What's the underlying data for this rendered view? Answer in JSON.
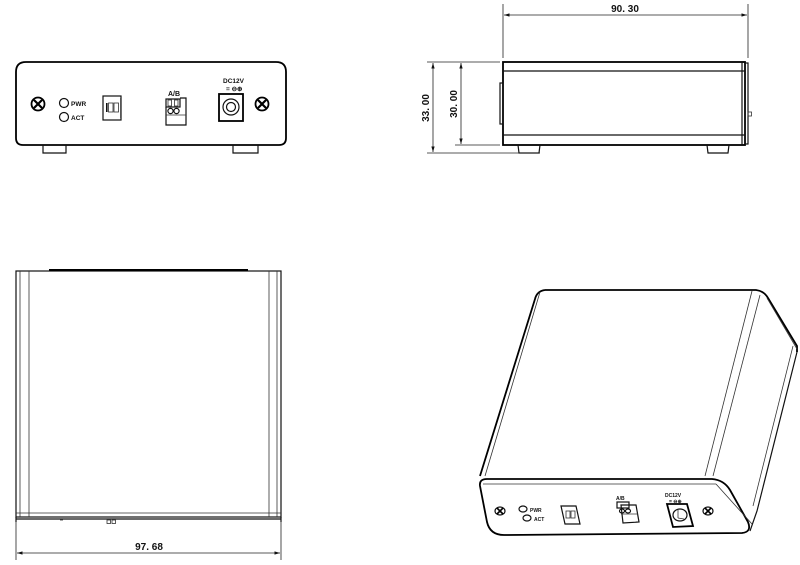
{
  "drawing": {
    "views": [
      "front",
      "side",
      "top",
      "isometric"
    ],
    "front_view": {
      "labels": {
        "pwr": "PWR",
        "act": "ACT",
        "ab": "A/B",
        "dc": "DC12V",
        "dc_symbol": "= ⊖⊕"
      }
    },
    "side_view": {
      "dimensions": {
        "length": "90. 30",
        "total_height": "33. 00",
        "body_height": "30. 00"
      }
    },
    "top_view": {
      "dimensions": {
        "width": "97. 68"
      }
    },
    "isometric_view": {
      "labels": {
        "pwr": "PWR",
        "act": "ACT",
        "ab": "A/B",
        "dc": "DC12V",
        "dc_symbol": "= ⊖⊕"
      }
    },
    "colors": {
      "line": "#111111",
      "background": "#ffffff"
    }
  }
}
